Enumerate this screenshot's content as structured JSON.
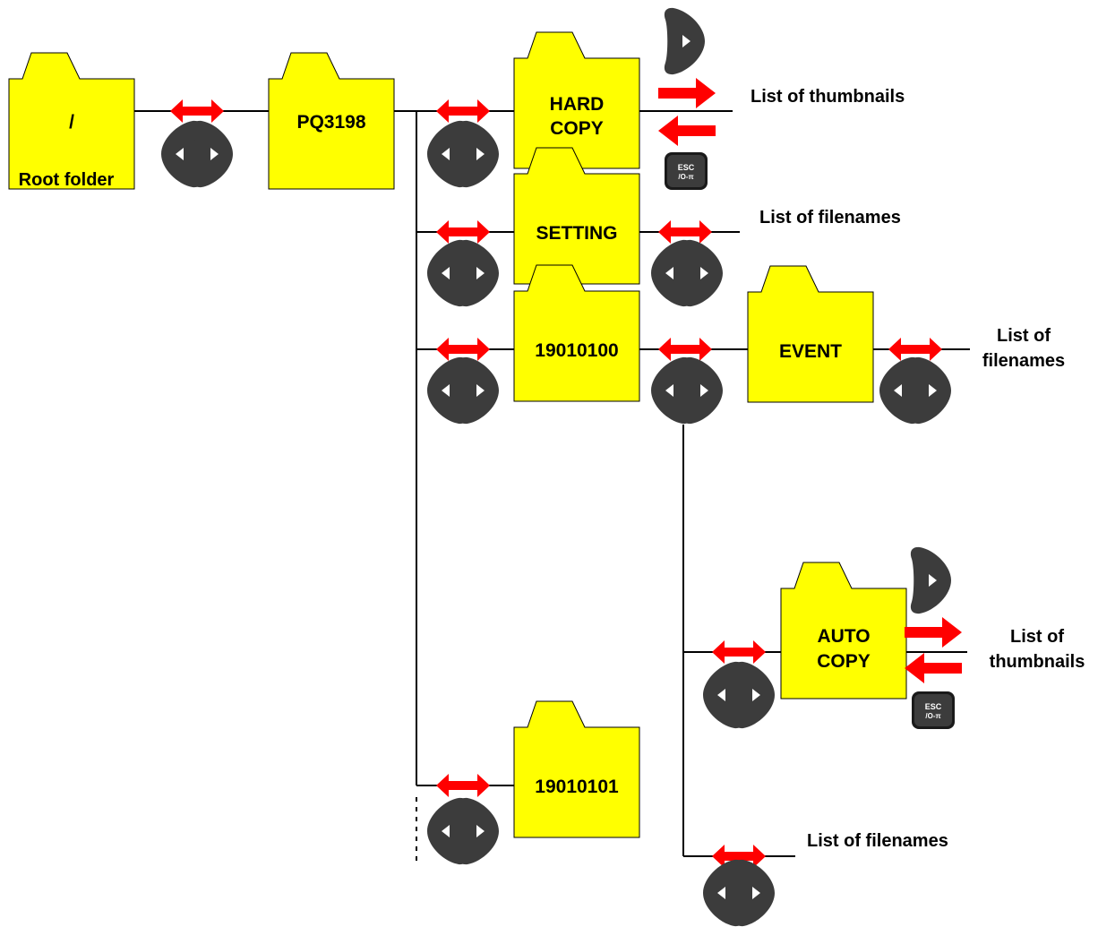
{
  "folders": {
    "root": "/",
    "pq3198": "PQ3198",
    "hard_copy": [
      "HARD",
      "COPY"
    ],
    "setting": "SETTING",
    "d19010100": "19010100",
    "event": "EVENT",
    "auto_copy": [
      "AUTO",
      "COPY"
    ],
    "d19010101": "19010101"
  },
  "labels": {
    "root_folder": "Root folder",
    "list_thumbnails_1": "List of thumbnails",
    "list_filenames_setting": "List of filenames",
    "list_filenames_event": [
      "List of",
      "filenames"
    ],
    "list_thumbnails_2": [
      "List of",
      "thumbnails"
    ],
    "list_filenames_bottom": "List of filenames"
  },
  "keys": {
    "esc_line1": "ESC",
    "esc_line2": "/O-π"
  },
  "colors": {
    "folder_fill": "#ffff00",
    "arrow": "#ff0000",
    "key": "#3c3c3c"
  }
}
